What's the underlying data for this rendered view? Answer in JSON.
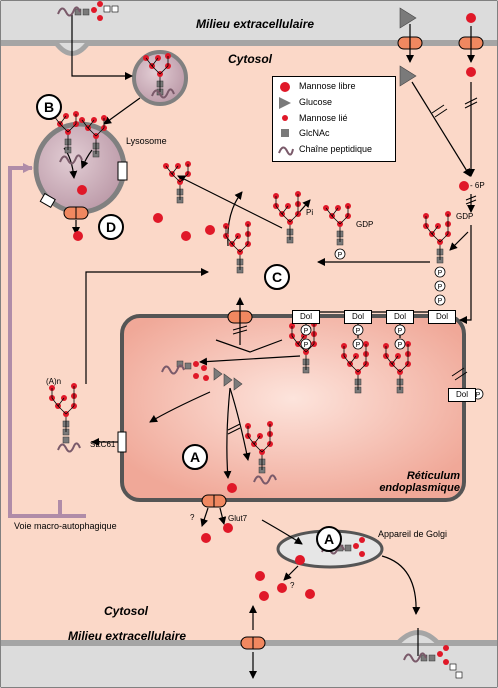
{
  "regions": {
    "extracellular_top": "Milieu extracellulaire",
    "cytosol_top": "Cytosol",
    "cytosol_bottom": "Cytosol",
    "extracellular_bottom": "Milieu extracellulaire",
    "er": "Réticulum endoplasmique",
    "lysosome": "Lysosome",
    "golgi": "Appareil de Golgi"
  },
  "legend": [
    {
      "label": "Mannose libre",
      "icon": "large-red-circle"
    },
    {
      "label": "Glucose",
      "icon": "grey-triangle"
    },
    {
      "label": "Mannose lié",
      "icon": "small-red-circle"
    },
    {
      "label": "GlcNAc",
      "icon": "grey-square"
    },
    {
      "label": "Chaîne peptidique",
      "icon": "peptide-squiggle"
    }
  ],
  "letters": {
    "b": "B",
    "c": "C",
    "d": "D",
    "a_er": "A",
    "a_golgi": "A"
  },
  "labels": {
    "pi": "Pi",
    "gdp1": "GDP",
    "gdp2": "GDP",
    "m6p": "- 6P",
    "p": "P",
    "dol": "Dol",
    "sec61": "SEC61",
    "glut7": "Glut7",
    "question": "?",
    "autophagy": "Voie macro-autophagique",
    "polya": "(A)n"
  },
  "colors": {
    "cytosol": "#fbd8c8",
    "membrane": "#a5a5a5",
    "er_fill": "#f4b0a0",
    "er_border": "#555555",
    "red": "#e01828",
    "autophagy_arrow": "#b08ca8",
    "lysosome": "#c8a8b4"
  }
}
